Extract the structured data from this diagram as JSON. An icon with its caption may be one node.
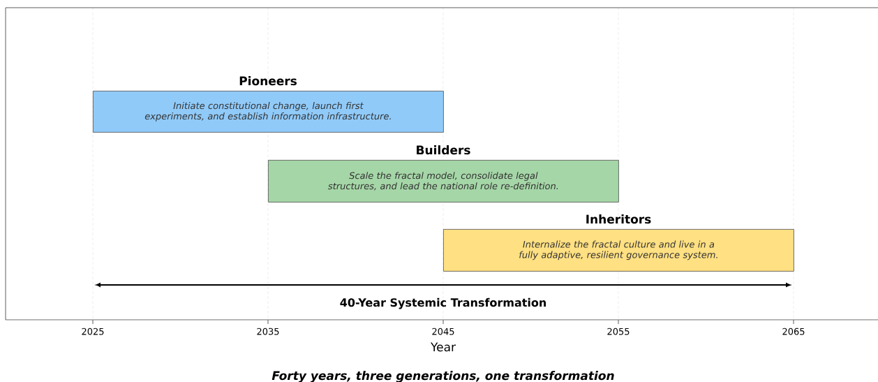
{
  "diagram": {
    "caption": "Forty years, three generations, one transformation",
    "nodes": [
      {
        "text": [
          "Pioneers",
          "Initiate constitutional change, launch first experiments, and establish information infrastructure."
        ]
      },
      {
        "text": [
          "Builders",
          "Scale the fractal model, consolidate legal structures, and lead the national role re-definition."
        ]
      },
      {
        "text": [
          "Inheritors",
          "Internalize the fractal culture and live in a fully adaptive, resilient governance system."
        ]
      }
    ],
    "labels": [
      "40-Year Systemic Transformation",
      "2025",
      "2035",
      "2045",
      "2055",
      "2065",
      "Year"
    ]
  }
}
